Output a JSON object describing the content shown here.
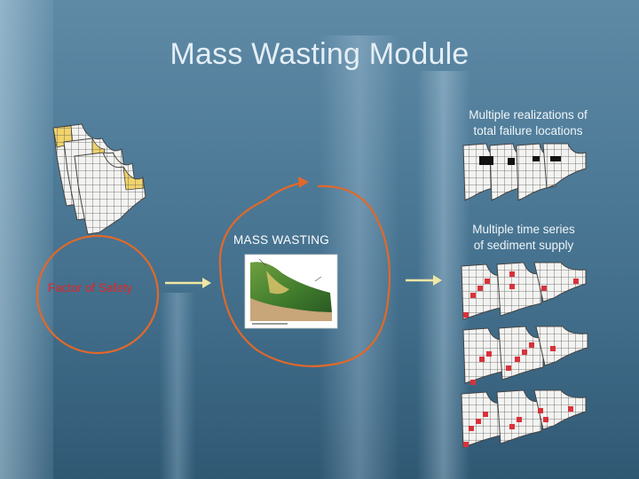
{
  "slide": {
    "title": "Mass Wasting Module",
    "realizations_caption_line1": "Multiple realizations of",
    "realizations_caption_line2": "total failure locations",
    "timeseries_caption_line1": "Multiple time series",
    "timeseries_caption_line2": "of sediment supply",
    "mass_wasting_label": "MASS WASTING",
    "factor_of_safety_label": "Factor of Safety"
  },
  "colors": {
    "accent_circle": "#e0692a",
    "arrow_yellow": "#efe7a3",
    "failure_black": "#111111",
    "sediment_red": "#d8323a",
    "factor_of_safety_text": "#e0262a"
  }
}
